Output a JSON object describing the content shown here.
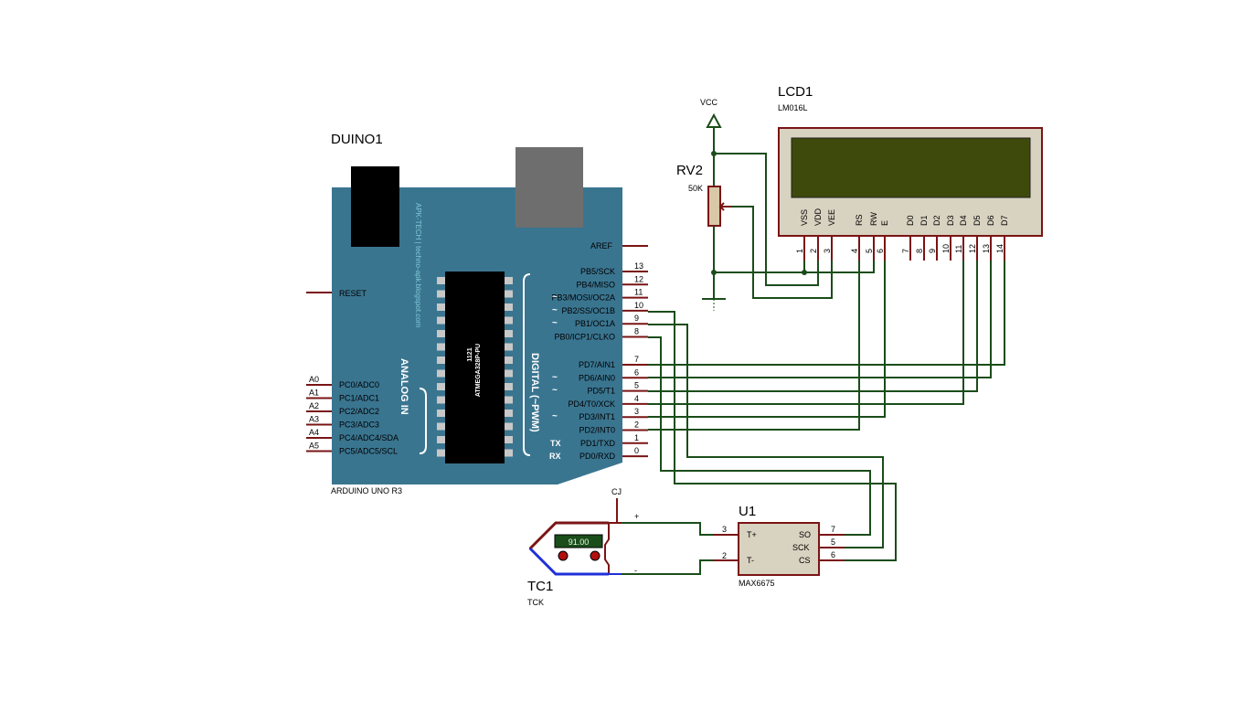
{
  "arduino": {
    "ref": "DUINO1",
    "name": "ARDUINO UNO R3",
    "chip_line1": "1121",
    "chip_line2": "ATMEGA328P-PU",
    "watermark": "APK-TECH | techno-apk.blogspot.com",
    "analog_label": "ANALOG IN",
    "digital_label": "DIGITAL (~PWM)",
    "tx_label": "TX",
    "rx_label": "RX",
    "aref_label": "AREF",
    "reset_label": "RESET",
    "analog_pins": [
      {
        "num": "A0",
        "label": "PC0/ADC0"
      },
      {
        "num": "A1",
        "label": "PC1/ADC1"
      },
      {
        "num": "A2",
        "label": "PC2/ADC2"
      },
      {
        "num": "A3",
        "label": "PC3/ADC3"
      },
      {
        "num": "A4",
        "label": "PC4/ADC4/SDA"
      },
      {
        "num": "A5",
        "label": "PC5/ADC5/SCL"
      }
    ],
    "digital_pins": [
      {
        "num": "13",
        "label": "PB5/SCK",
        "pwm": false
      },
      {
        "num": "12",
        "label": "PB4/MISO",
        "pwm": false
      },
      {
        "num": "11",
        "label": "PB3/MOSI/OC2A",
        "pwm": true
      },
      {
        "num": "10",
        "label": "PB2/SS/OC1B",
        "pwm": true
      },
      {
        "num": "9",
        "label": "PB1/OC1A",
        "pwm": true
      },
      {
        "num": "8",
        "label": "PB0/ICP1/CLKO",
        "pwm": false
      },
      {
        "num": "7",
        "label": "PD7/AIN1",
        "pwm": false
      },
      {
        "num": "6",
        "label": "PD6/AIN0",
        "pwm": true
      },
      {
        "num": "5",
        "label": "PD5/T1",
        "pwm": true
      },
      {
        "num": "4",
        "label": "PD4/T0/XCK",
        "pwm": false
      },
      {
        "num": "3",
        "label": "PD3/INT1",
        "pwm": true
      },
      {
        "num": "2",
        "label": "PD2/INT0",
        "pwm": false
      },
      {
        "num": "1",
        "label": "PD1/TXD",
        "pwm": false
      },
      {
        "num": "0",
        "label": "PD0/RXD",
        "pwm": false
      }
    ],
    "pwm_mark": "~"
  },
  "lcd": {
    "ref": "LCD1",
    "model": "LM016L",
    "pins": [
      {
        "name": "VSS",
        "num": "1"
      },
      {
        "name": "VDD",
        "num": "2"
      },
      {
        "name": "VEE",
        "num": "3"
      },
      {
        "name": "RS",
        "num": "4"
      },
      {
        "name": "RW",
        "num": "5"
      },
      {
        "name": "E",
        "num": "6"
      },
      {
        "name": "D0",
        "num": "7"
      },
      {
        "name": "D1",
        "num": "8"
      },
      {
        "name": "D2",
        "num": "9"
      },
      {
        "name": "D3",
        "num": "10"
      },
      {
        "name": "D4",
        "num": "11"
      },
      {
        "name": "D5",
        "num": "12"
      },
      {
        "name": "D6",
        "num": "13"
      },
      {
        "name": "D7",
        "num": "14"
      }
    ]
  },
  "pot": {
    "ref": "RV2",
    "value": "50K"
  },
  "vcc": {
    "label": "VCC"
  },
  "max6675": {
    "ref": "U1",
    "model": "MAX6675",
    "pins": [
      {
        "name": "T+",
        "num": "3"
      },
      {
        "name": "T-",
        "num": "2"
      },
      {
        "name": "SO",
        "num": "7"
      },
      {
        "name": "SCK",
        "num": "5"
      },
      {
        "name": "CS",
        "num": "6"
      }
    ]
  },
  "thermocouple": {
    "ref": "TC1",
    "type": "TCK",
    "reading": "91.00",
    "cj_label": "CJ",
    "plus": "+",
    "minus": "-"
  },
  "colors": {
    "board": "#3a7590",
    "wire": "#1a4d1a",
    "pin": "#7a1414",
    "lcd_screen": "#3d4a0c",
    "lcd_body": "#d8d2c0"
  }
}
